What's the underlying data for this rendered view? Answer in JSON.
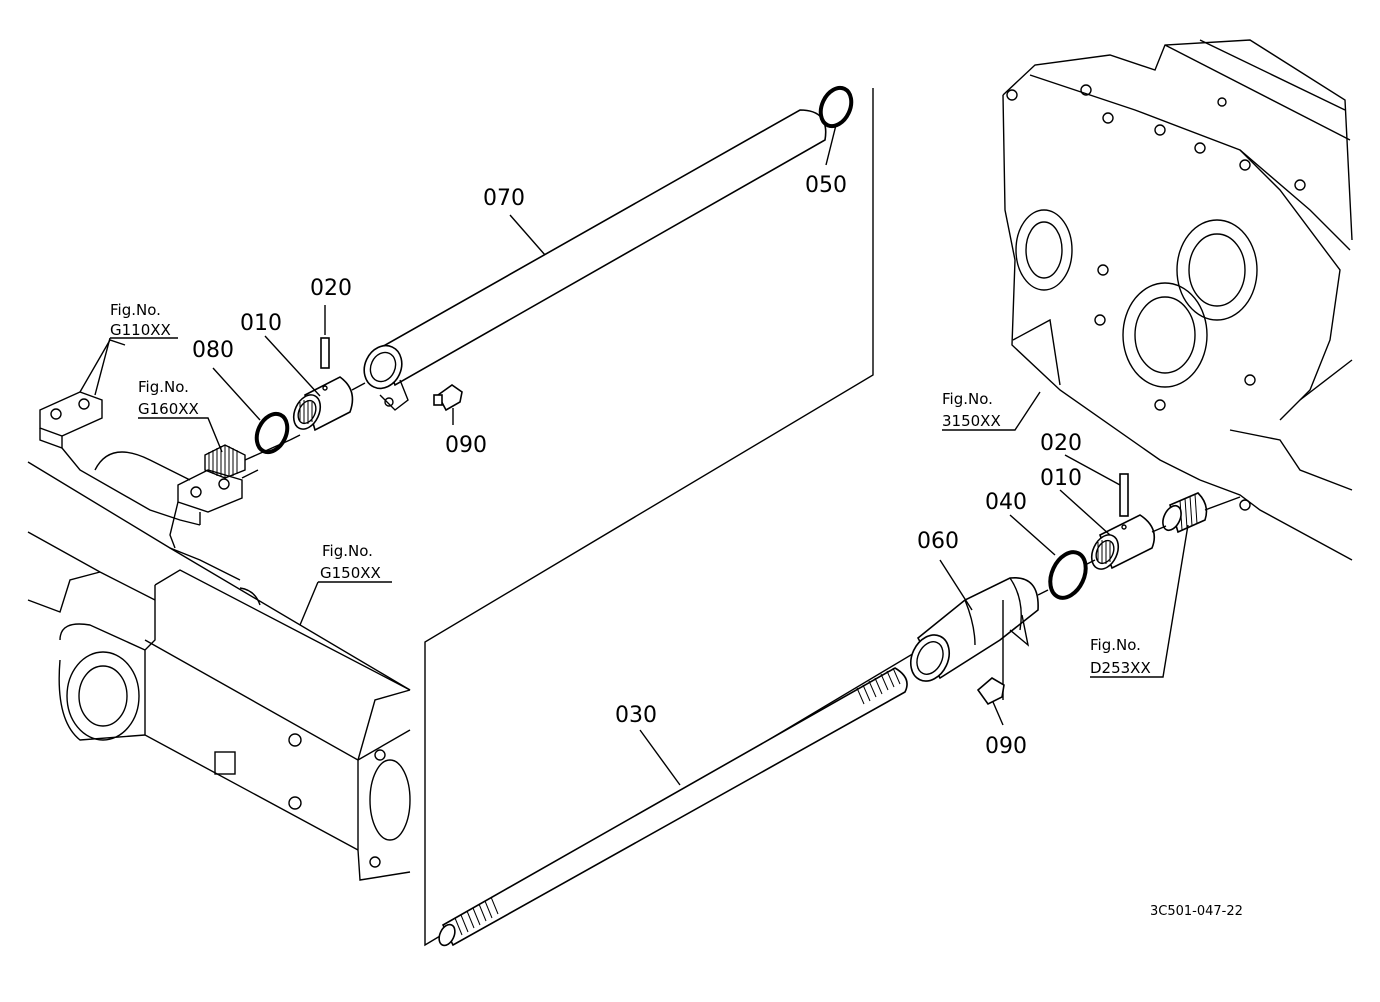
{
  "parts": {
    "p070": "070",
    "p050": "050",
    "p020_top": "020",
    "p010_top": "010",
    "p080": "080",
    "p090_top": "090",
    "p020_right": "020",
    "p010_right": "010",
    "p040": "040",
    "p060": "060",
    "p030": "030",
    "p090_bottom": "090"
  },
  "figure_refs": {
    "g110": {
      "line1": "Fig.No.",
      "line2": "G110XX"
    },
    "g160": {
      "line1": "Fig.No.",
      "line2": "G160XX"
    },
    "g150": {
      "line1": "Fig.No.",
      "line2": "G150XX"
    },
    "f3150": {
      "line1": "Fig.No.",
      "line2": "3150XX"
    },
    "d253": {
      "line1": "Fig.No.",
      "line2": "D253XX"
    }
  },
  "drawing_code": "3C501-047-22"
}
